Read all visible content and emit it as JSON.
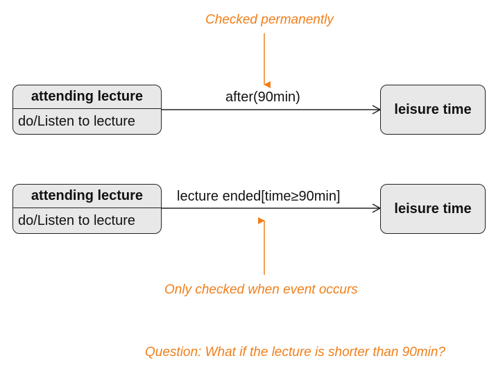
{
  "colors": {
    "annotation": "#f07f1a",
    "state_fill": "#e8e8e8",
    "line": "#222222"
  },
  "diagram1": {
    "source_state": {
      "name": "attending lecture",
      "activity": "do/Listen to lecture"
    },
    "target_state": {
      "name": "leisure time"
    },
    "transition_label": "after(90min)",
    "annotation": "Checked permanently"
  },
  "diagram2": {
    "source_state": {
      "name": "attending lecture",
      "activity": "do/Listen to lecture"
    },
    "target_state": {
      "name": "leisure time"
    },
    "transition_label": "lecture ended[time≥90min]",
    "annotation": "Only checked when event occurs"
  },
  "question": "Question: What if the lecture is shorter than 90min?"
}
